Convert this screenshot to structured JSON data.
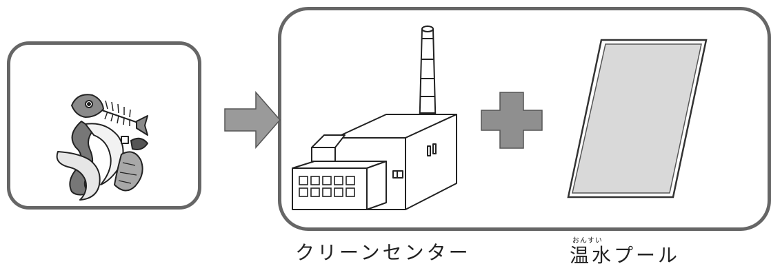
{
  "labels": {
    "clean_center": "クリーンセンター",
    "pool": "温水プール",
    "pool_ruby": "おんすい"
  },
  "icons": {
    "garbage": "garbage-icon",
    "arrow": "arrow-right-icon",
    "factory": "factory-icon",
    "plus": "plus-icon",
    "pool": "pool-icon"
  },
  "colors": {
    "frame": "#666666",
    "arrow_fill": "#9a9a9a",
    "plus_fill": "#8f8f8f",
    "pool_fill": "#d9d9d9"
  }
}
